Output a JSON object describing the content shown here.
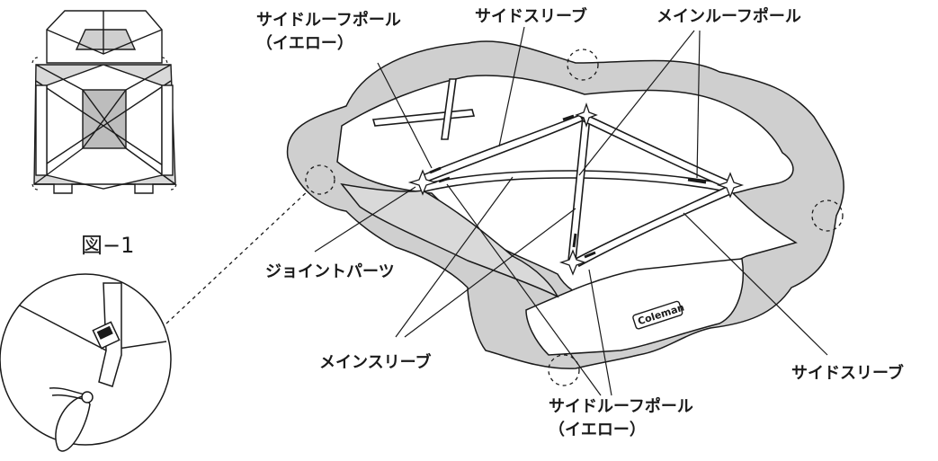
{
  "figure_label": "図−1",
  "labels": {
    "side_roof_pole_top_line1": "サイドルーフポール",
    "side_roof_pole_top_line2": "（イエロー）",
    "side_sleeve_top": "サイドスリーブ",
    "main_roof_pole": "メインルーフポール",
    "joint_parts": "ジョイントパーツ",
    "main_sleeve": "メインスリーブ",
    "side_sleeve_right": "サイドスリーブ",
    "side_roof_pole_bottom_line1": "サイドルーフポール",
    "side_roof_pole_bottom_line2": "（イエロー）"
  },
  "logo_text": "Coleman",
  "colors": {
    "line": "#1a1a1a",
    "fabric_shade": "#cfcfcf",
    "panel_shade": "#d9d9d9",
    "background": "#ffffff"
  }
}
